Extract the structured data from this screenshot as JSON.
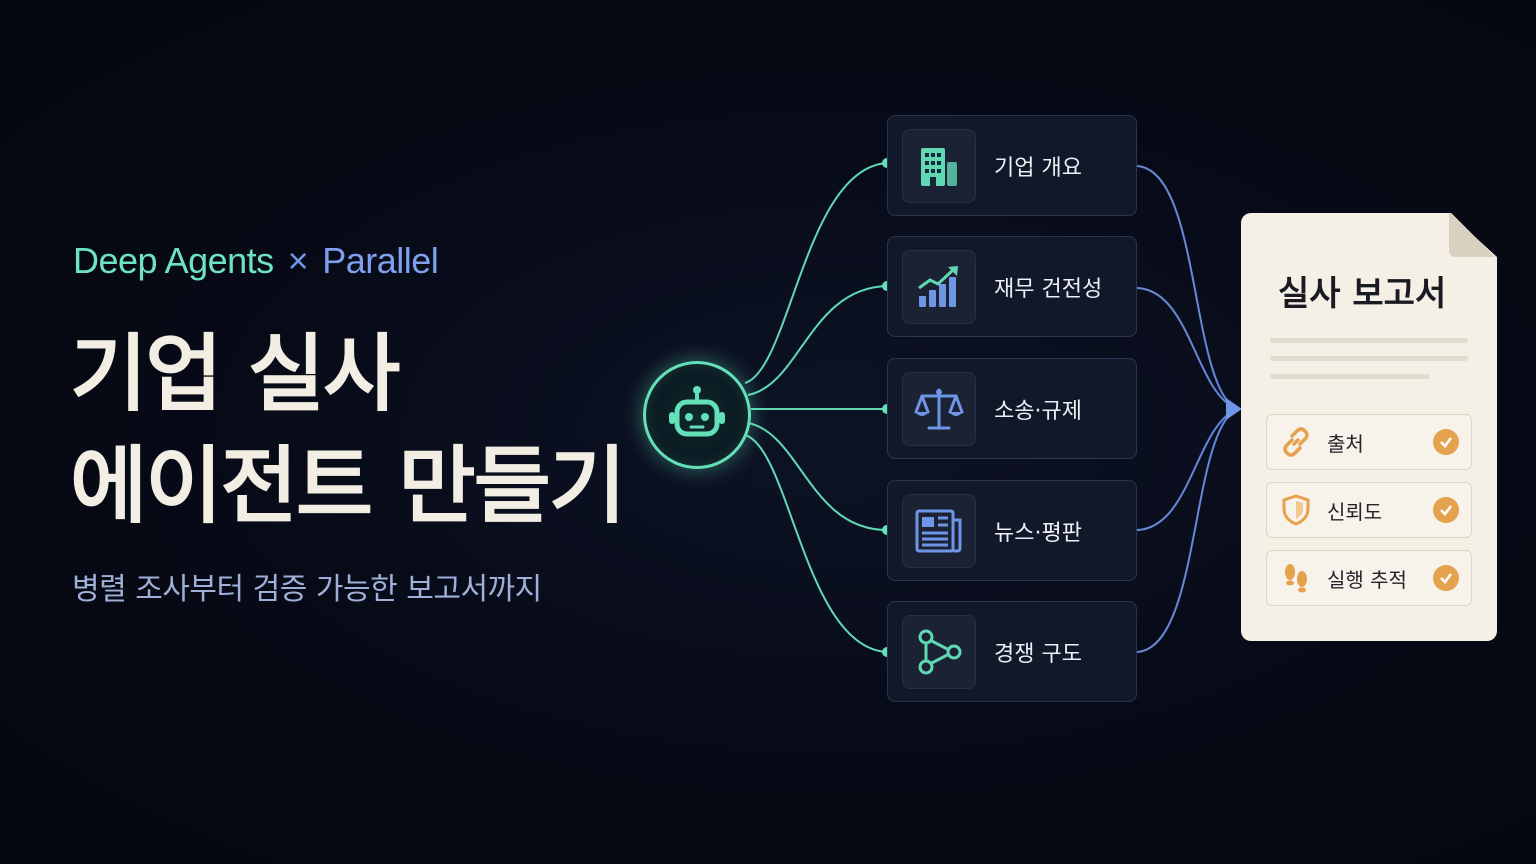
{
  "brand": {
    "left": "Deep Agents",
    "cross": "×",
    "right": "Parallel"
  },
  "title": {
    "line1": "기업 실사",
    "line2": "에이전트 만들기"
  },
  "subtitle": "병렬 조사부터 검증 가능한 보고서까지",
  "agent": {
    "icon": "robot-icon"
  },
  "branches": [
    {
      "label": "기업 개요",
      "icon": "building-icon"
    },
    {
      "label": "재무 건전성",
      "icon": "chart-up-icon"
    },
    {
      "label": "소송·규제",
      "icon": "scales-icon"
    },
    {
      "label": "뉴스·평판",
      "icon": "newspaper-icon"
    },
    {
      "label": "경쟁 구도",
      "icon": "network-icon"
    }
  ],
  "report": {
    "title": "실사 보고서",
    "items": [
      {
        "label": "출처",
        "icon": "link-icon",
        "checked": true
      },
      {
        "label": "신뢰도",
        "icon": "shield-icon",
        "checked": true
      },
      {
        "label": "실행 추적",
        "icon": "footprints-icon",
        "checked": true
      }
    ]
  },
  "colors": {
    "teal": "#63e0b8",
    "blue": "#6f95e6",
    "orange": "#e5a14b",
    "paper": "#f4f0e6"
  }
}
